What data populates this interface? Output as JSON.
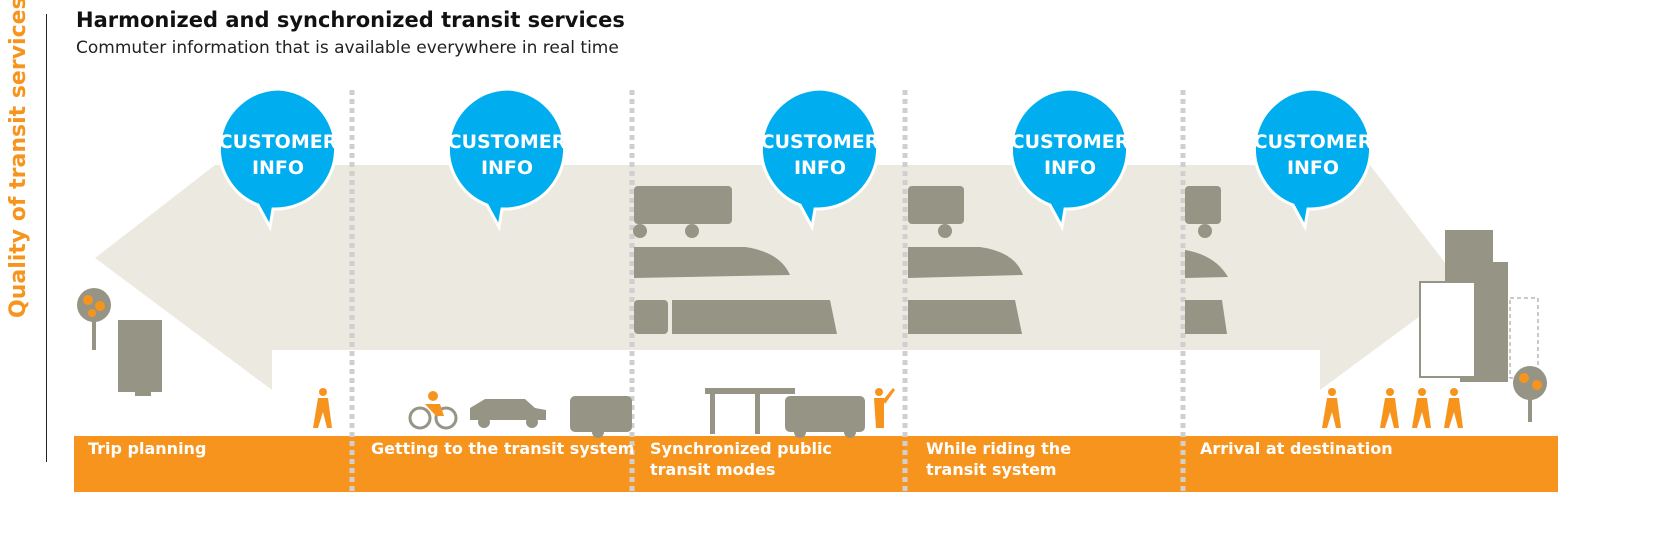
{
  "axis_label": "Quality of transit services",
  "title": "Harmonized and synchronized transit services",
  "subtitle": "Commuter information that is available everywhere in real time",
  "bubbles": [
    {
      "line1": "CUSTOMER",
      "line2": "INFO"
    },
    {
      "line1": "CUSTOMER",
      "line2": "INFO"
    },
    {
      "line1": "CUSTOMER",
      "line2": "INFO"
    },
    {
      "line1": "CUSTOMER",
      "line2": "INFO"
    },
    {
      "line1": "CUSTOMER",
      "line2": "INFO"
    }
  ],
  "stages": [
    {
      "line1": "Trip planning",
      "line2": ""
    },
    {
      "line1": "Getting to the transit system",
      "line2": ""
    },
    {
      "line1": "Synchronized public",
      "line2": "transit modes"
    },
    {
      "line1": "While riding the",
      "line2": "transit system"
    },
    {
      "line1": "Arrival at destination",
      "line2": ""
    }
  ],
  "colors": {
    "accent": "#F7941D",
    "bubble": "#00AEEF",
    "arrow": "#ECEAE0",
    "icons": "#969484",
    "divider": "#CFCFCF"
  }
}
